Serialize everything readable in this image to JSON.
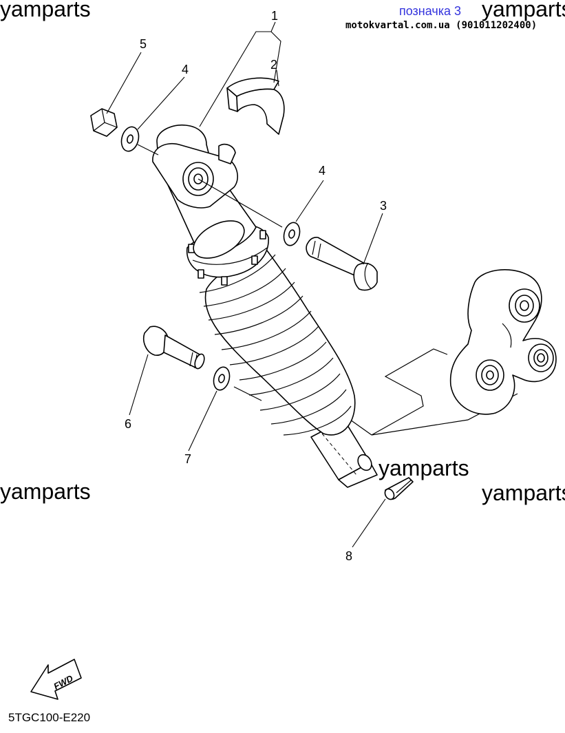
{
  "watermark": "yamparts",
  "header": {
    "label_tag": "позначка 3",
    "label_color": "#3333dd",
    "source_line": "motokvartal.com.ua (901011202400)"
  },
  "callouts": [
    "1",
    "2",
    "3",
    "4",
    "4",
    "5",
    "6",
    "7",
    "8"
  ],
  "fwd_arrow_text": "FWD",
  "diagram_code": "5TGC100-E220"
}
